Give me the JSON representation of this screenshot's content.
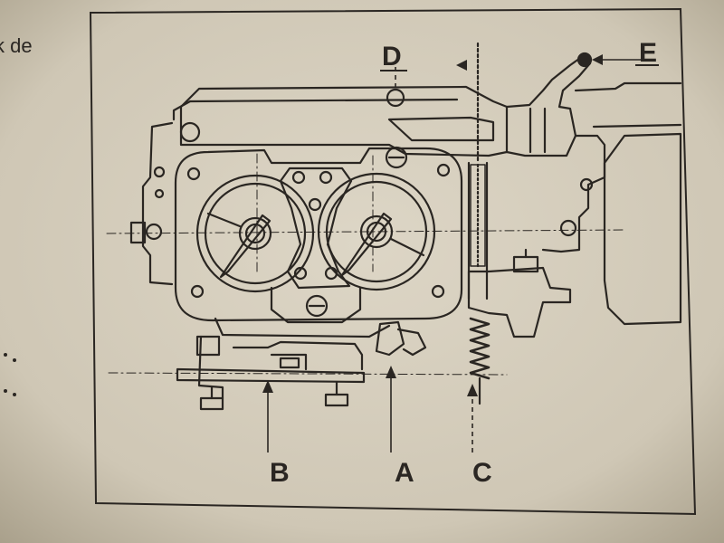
{
  "page": {
    "margin_text": "k de",
    "paper_color": "#d9d2c2",
    "ink_color": "#2a2622",
    "photo_vignette": "#8e8572"
  },
  "labels": {
    "a": "A",
    "b": "B",
    "c": "C",
    "d": "D",
    "e": "E"
  }
}
